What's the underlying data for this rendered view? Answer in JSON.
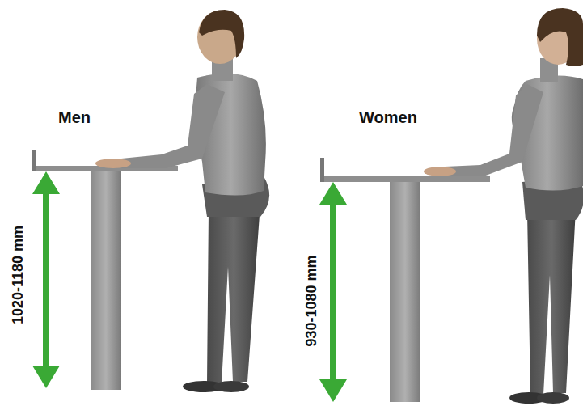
{
  "diagram": {
    "labels": [
      "Men",
      "1020-1180 mm",
      "Women",
      "930-1080 mm"
    ]
  }
}
